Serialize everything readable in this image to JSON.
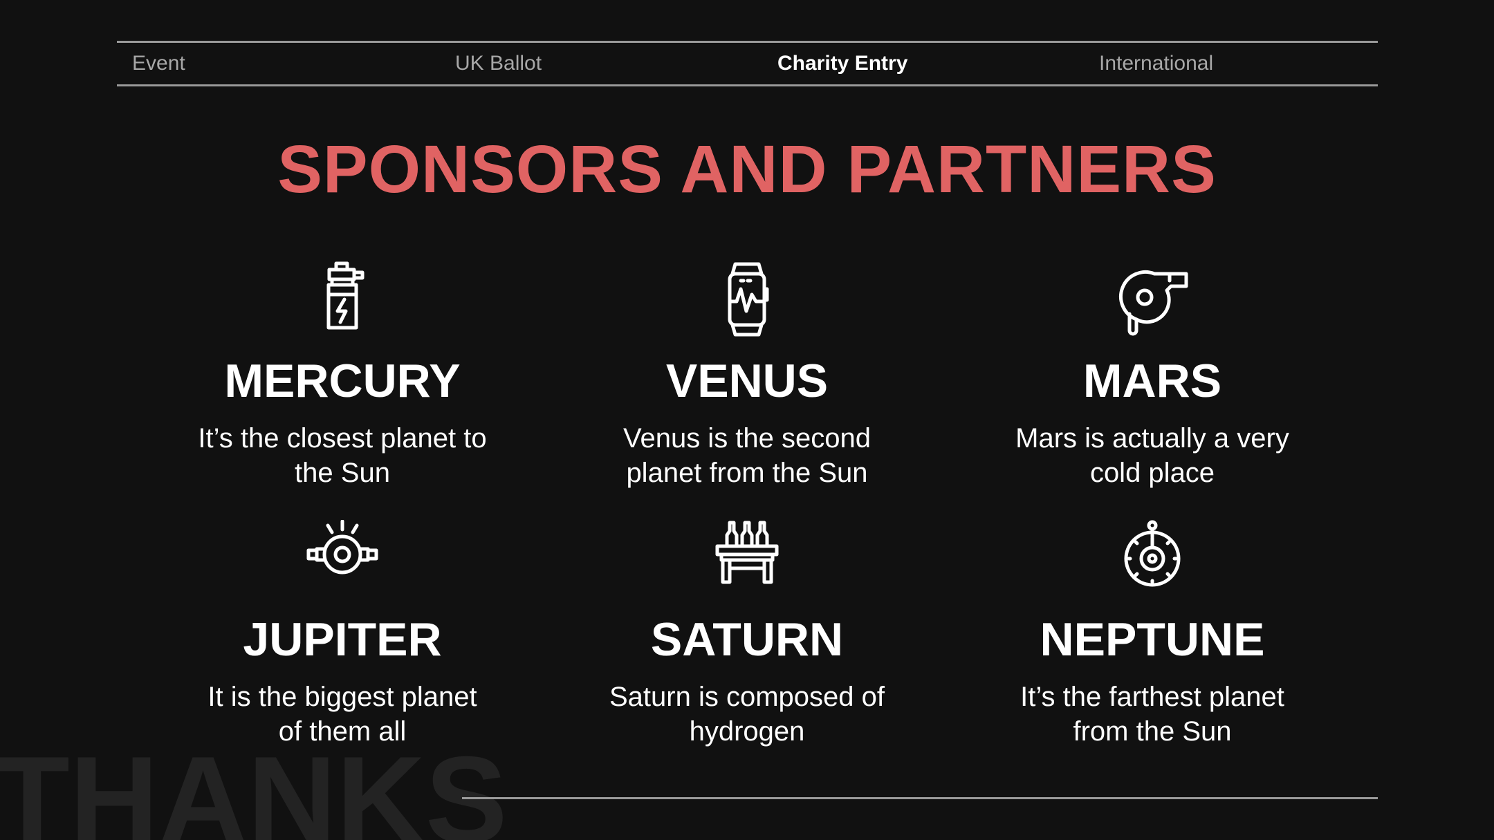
{
  "nav": {
    "items": [
      {
        "label": "Event"
      },
      {
        "label": "UK Ballot"
      },
      {
        "label": "Charity Entry"
      },
      {
        "label": "International"
      }
    ],
    "active": "Charity Entry"
  },
  "title": "SPONSORS AND PARTNERS",
  "colors": {
    "accent": "#e06363",
    "background": "#111111",
    "text": "#ffffff",
    "muted": "#a8a8a8"
  },
  "cards": [
    {
      "name": "MERCURY",
      "desc_line1": "It’s the closest planet to",
      "desc_line2": "the Sun",
      "icon": "water-bottle-icon"
    },
    {
      "name": "VENUS",
      "desc_line1": "Venus is the second",
      "desc_line2": "planet from the Sun",
      "icon": "smartwatch-icon"
    },
    {
      "name": "MARS",
      "desc_line1": "Mars is actually a very",
      "desc_line2": "cold place",
      "icon": "whistle-icon"
    },
    {
      "name": "JUPITER",
      "desc_line1": "It is the biggest planet",
      "desc_line2": "of them all",
      "icon": "weight-plate-icon"
    },
    {
      "name": "SATURN",
      "desc_line1": "Saturn is composed of",
      "desc_line2": "hydrogen",
      "icon": "bottles-table-icon"
    },
    {
      "name": "NEPTUNE",
      "desc_line1": "It’s the farthest planet",
      "desc_line2": "from the Sun",
      "icon": "stopwatch-icon"
    }
  ],
  "watermark": "THANKS"
}
